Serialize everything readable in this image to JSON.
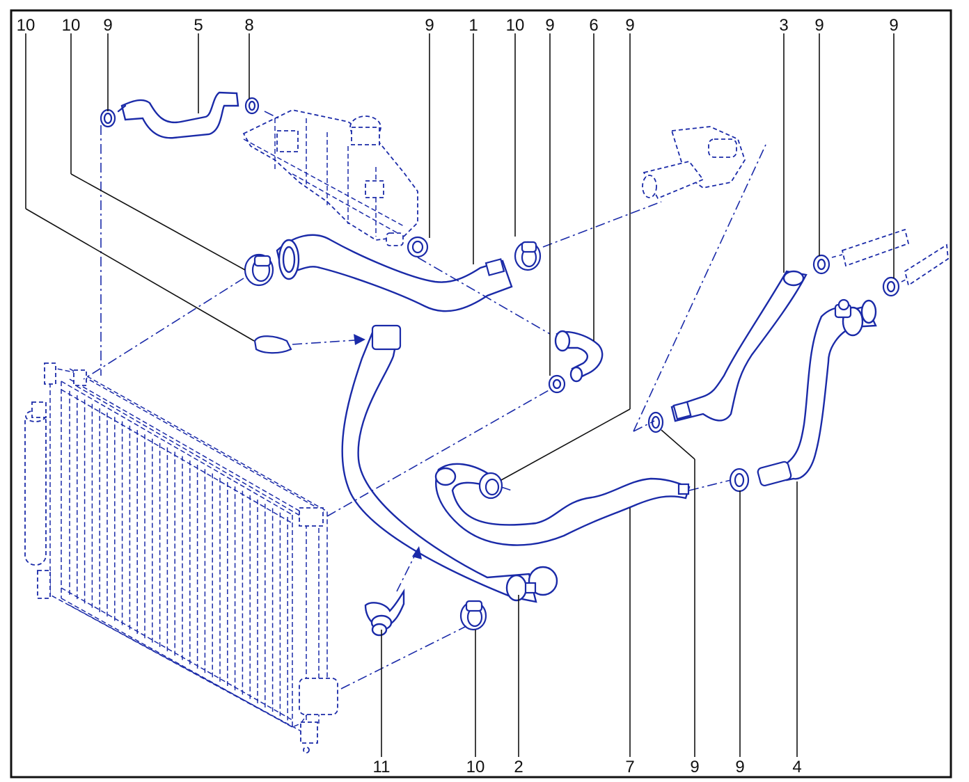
{
  "callouts_top": [
    "10",
    "10",
    "9",
    "5",
    "8",
    "9",
    "1",
    "10",
    "9",
    "6",
    "9",
    "3",
    "9",
    "9"
  ],
  "callouts_bottom": [
    "11",
    "10",
    "2",
    "7",
    "9",
    "9",
    "4"
  ],
  "colors": {
    "line": "#1a2aa8",
    "text": "#111111",
    "frame": "#111111",
    "background": "#ffffff"
  }
}
